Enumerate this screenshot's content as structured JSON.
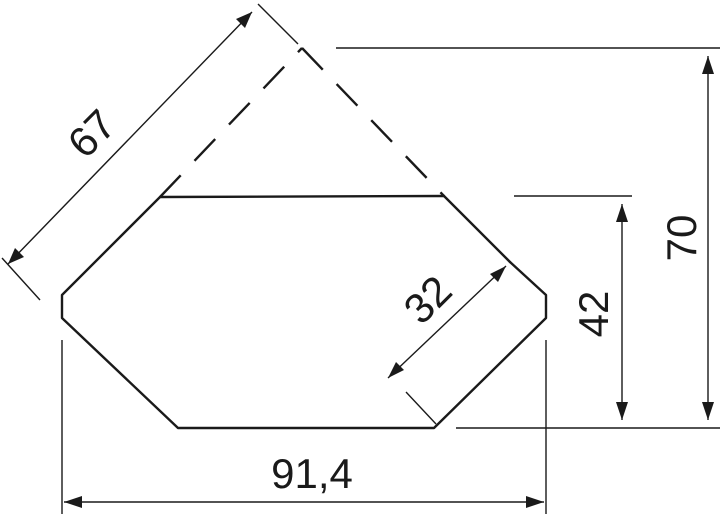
{
  "dimensions": {
    "diagonal": "67",
    "total_height": "70",
    "lower_height": "42",
    "chamfer": "32",
    "width": "91,4"
  }
}
